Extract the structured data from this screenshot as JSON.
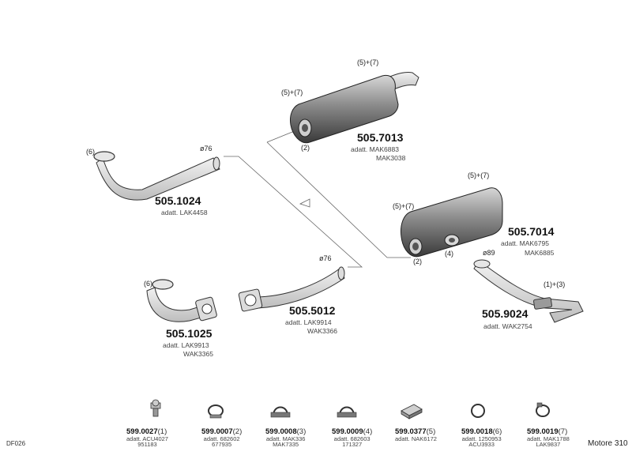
{
  "doc": {
    "ref": "DF026",
    "footer": "Motore 310"
  },
  "parts": {
    "m7013": {
      "code": "505.7013",
      "note1": "adatt. MAK6883",
      "note2": "MAK3038",
      "c1": "(5)+(7)",
      "c2": "(5)+(7)",
      "c3": "(2)"
    },
    "p1024": {
      "code": "505.1024",
      "note1": "adatt. LAK4458",
      "c1": "(6)",
      "c2": "ø76"
    },
    "m7014": {
      "code": "505.7014",
      "note1": "adatt. MAK6795",
      "note2": "MAK6885",
      "c1": "(5)+(7)",
      "c2": "(5)+(7)",
      "c3": "(2)",
      "c4": "(4)"
    },
    "p5012": {
      "code": "505.5012",
      "note1": "adatt. LAK9914",
      "note2": "WAK3366",
      "c1": "ø76"
    },
    "p1025": {
      "code": "505.1025",
      "note1": "adatt. LAK9913",
      "note2": "WAK3365",
      "c1": "(6)"
    },
    "p9024": {
      "code": "505.9024",
      "note1": "adatt. WAK2754",
      "c1": "ø89",
      "c2": "(1)+(3)"
    }
  },
  "accessories": [
    {
      "code": "599.0027",
      "qty": "(1)",
      "note1": "adatt. ACU4027",
      "note2": "951183",
      "icon": "bolt-icon"
    },
    {
      "code": "599.0007",
      "qty": "(2)",
      "note1": "adatt. 682602",
      "note2": "677935",
      "icon": "clamp-icon"
    },
    {
      "code": "599.0008",
      "qty": "(3)",
      "note1": "adatt. MAK336",
      "note2": "MAK7335",
      "icon": "u-bolt-clamp-icon"
    },
    {
      "code": "599.0009",
      "qty": "(4)",
      "note1": "adatt. 682603",
      "note2": "171327",
      "icon": "u-bolt-clamp-icon"
    },
    {
      "code": "599.0377",
      "qty": "(5)",
      "note1": "adatt. NAK6172",
      "note2": "",
      "icon": "rubber-mount-icon"
    },
    {
      "code": "599.0018",
      "qty": "(6)",
      "note1": "adatt. 1250953",
      "note2": "ACU3933",
      "icon": "gasket-ring-icon"
    },
    {
      "code": "599.0019",
      "qty": "(7)",
      "note1": "adatt. MAK1788",
      "note2": "LAK9837",
      "icon": "hose-clamp-icon"
    }
  ]
}
